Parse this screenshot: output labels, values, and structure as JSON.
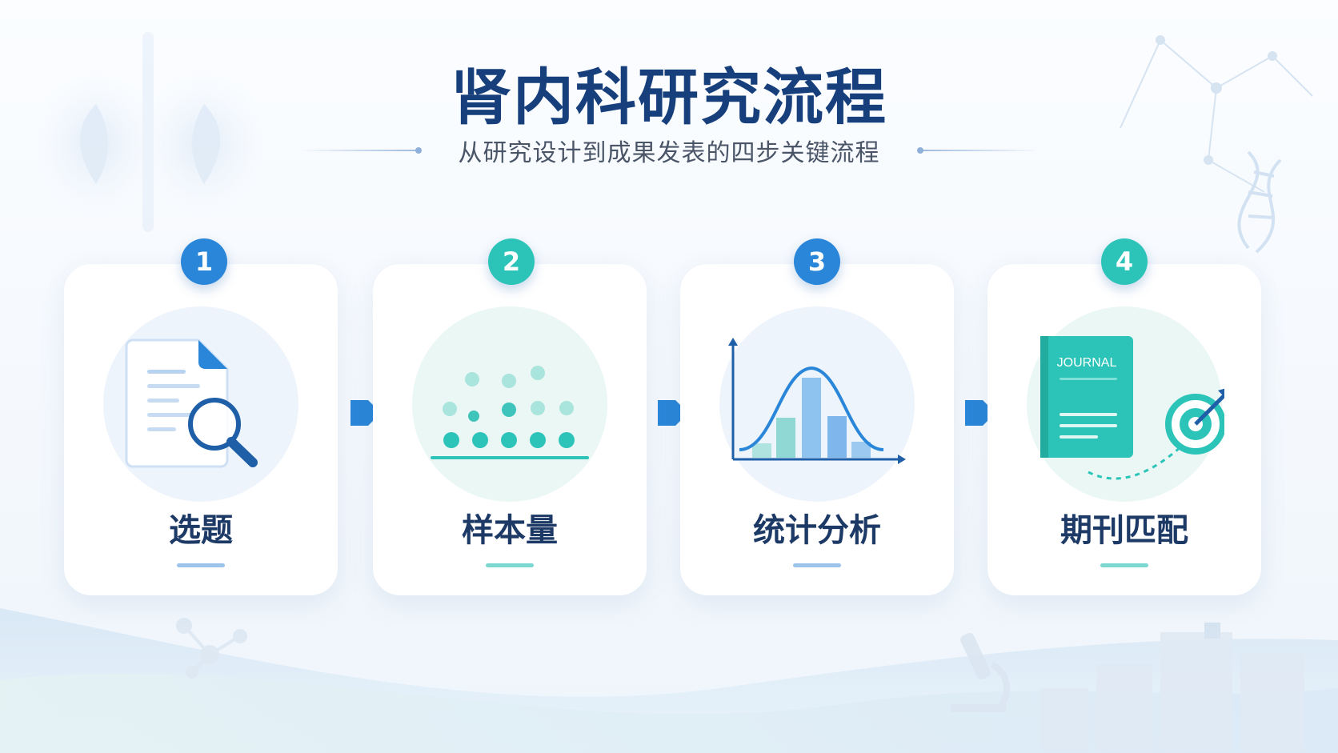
{
  "header": {
    "title": "肾内科研究流程",
    "subtitle": "从研究设计到成果发表的四步关键流程"
  },
  "colors": {
    "title": "#173f7c",
    "blue": "#2a86d8",
    "teal": "#2cc4b8",
    "label": "#1d3a66"
  },
  "steps": [
    {
      "number": "1",
      "label": "选题",
      "icon": "document-search-icon",
      "accent": "#2a86d8"
    },
    {
      "number": "2",
      "label": "样本量",
      "icon": "dot-plot-icon",
      "accent": "#2cc4b8"
    },
    {
      "number": "3",
      "label": "统计分析",
      "icon": "bell-curve-histogram-icon",
      "accent": "#2a86d8"
    },
    {
      "number": "4",
      "label": "期刊匹配",
      "icon": "journal-target-icon",
      "accent": "#2cc4b8",
      "journal_text": "JOURNAL"
    }
  ]
}
